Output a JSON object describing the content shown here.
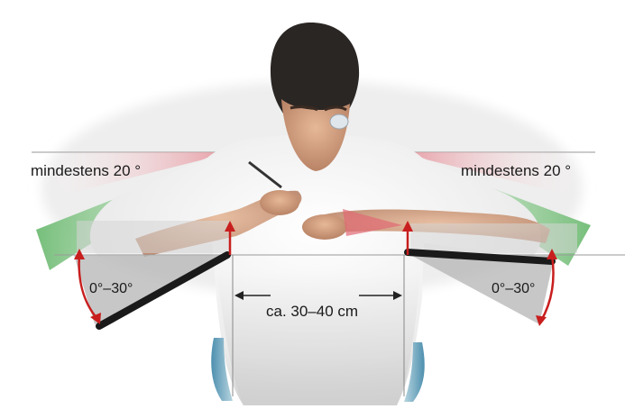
{
  "labels": {
    "angle_left_top": "mindestens 20 °",
    "angle_right_top": "mindestens 20 °",
    "angle_left_lower": "0°–30°",
    "angle_right_lower": "0°–30°",
    "distance": "ca. 30–40 cm"
  },
  "colors": {
    "red_wedge": "#e9a3a8",
    "green_wedge": "#9fcf9c",
    "gray_wedge": "#bdbdbd",
    "red_line": "#c81e1e",
    "skin": "#d9a98a",
    "shirt": "#eeeeee",
    "hair": "#2a2624"
  }
}
